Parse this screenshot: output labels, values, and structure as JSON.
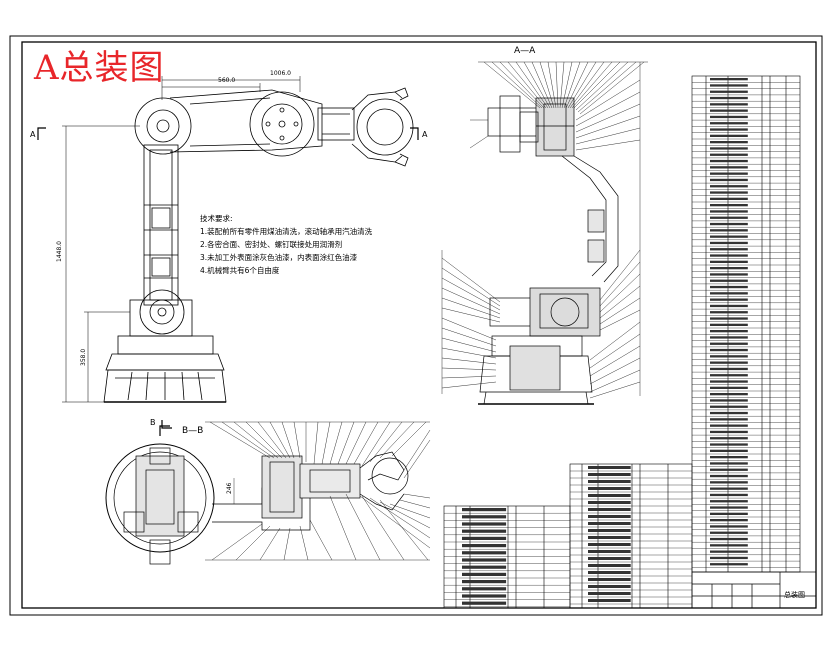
{
  "stamp": "A总装图",
  "section_labels": {
    "top": "A—A",
    "bottom": "B—B",
    "left_marker": "A",
    "right_marker": "A",
    "bottom_marker": "B"
  },
  "tech_requirements": {
    "title": "技术要求:",
    "items": [
      "1.装配前所有零件用煤油清洗，滚动轴承用汽油清洗",
      "2.各密合面、密封处、螺钉联接处用润滑剂",
      "3.未加工外表面涂灰色油漆，内表面涂红色油漆",
      "4.机械臂共有6个自由度"
    ]
  },
  "dimensions": {
    "top1": "560.0",
    "top2": "1006.0",
    "left_height": "1448.0",
    "left_base": "358.0",
    "bottom_height": "246"
  },
  "title_block": {
    "drawing_name": "总装图"
  },
  "colors": {
    "stamp": "#e8262a",
    "line": "#000000",
    "background": "#ffffff"
  }
}
